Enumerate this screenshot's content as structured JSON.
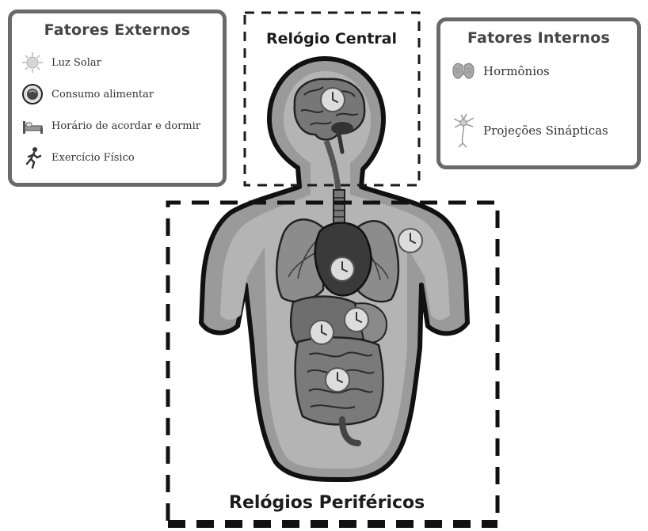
{
  "external": {
    "title": "Fatores Externos",
    "items": [
      {
        "label": "Luz Solar",
        "icon": "sun-icon"
      },
      {
        "label": "Consumo alimentar",
        "icon": "food-plate-icon"
      },
      {
        "label": "Horário de acordar e dormir",
        "icon": "bed-icon"
      },
      {
        "label": "Exercício Físico",
        "icon": "runner-icon"
      }
    ]
  },
  "internal": {
    "title": "Fatores Internos",
    "items": [
      {
        "label": "Hormônios",
        "icon": "thyroid-gland-icon"
      },
      {
        "label": "Projeções Sinápticas",
        "icon": "neuron-icon"
      }
    ]
  },
  "central_clock": {
    "label": "Relógio Central"
  },
  "peripheral_clocks": {
    "label": "Relógios Periféricos"
  },
  "colors": {
    "panel_border": "#6a6a6a",
    "body_fill": "#9a9a9a",
    "organ_dark": "#3a3a3a",
    "clock_face": "#dcdcdc"
  }
}
